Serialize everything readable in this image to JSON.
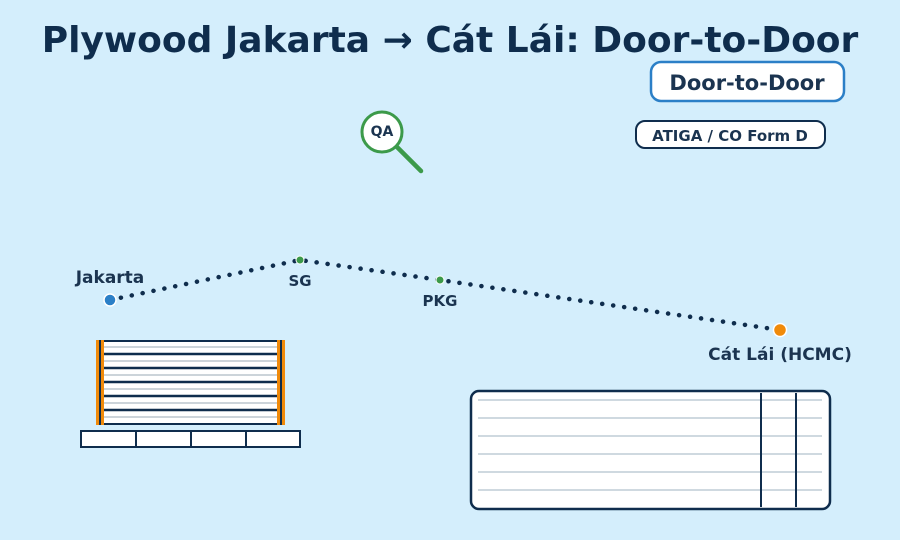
{
  "title": "Plywood Jakarta → Cát Lái: Door-to-Door",
  "badges": {
    "service": "Door-to-Door",
    "trade": "ATIGA / CO Form D"
  },
  "qa": {
    "label": "QA",
    "icon": "magnifier-icon"
  },
  "route": {
    "origin": "Jakarta",
    "stops": [
      "SG",
      "PKG"
    ],
    "destination": "Cát Lái (HCMC)"
  },
  "colors": {
    "background": "#d4eefc",
    "navy": "#0f2d4d",
    "accent_blue": "#2b7fc7",
    "green": "#3c9a4a",
    "orange": "#f08a0a"
  }
}
